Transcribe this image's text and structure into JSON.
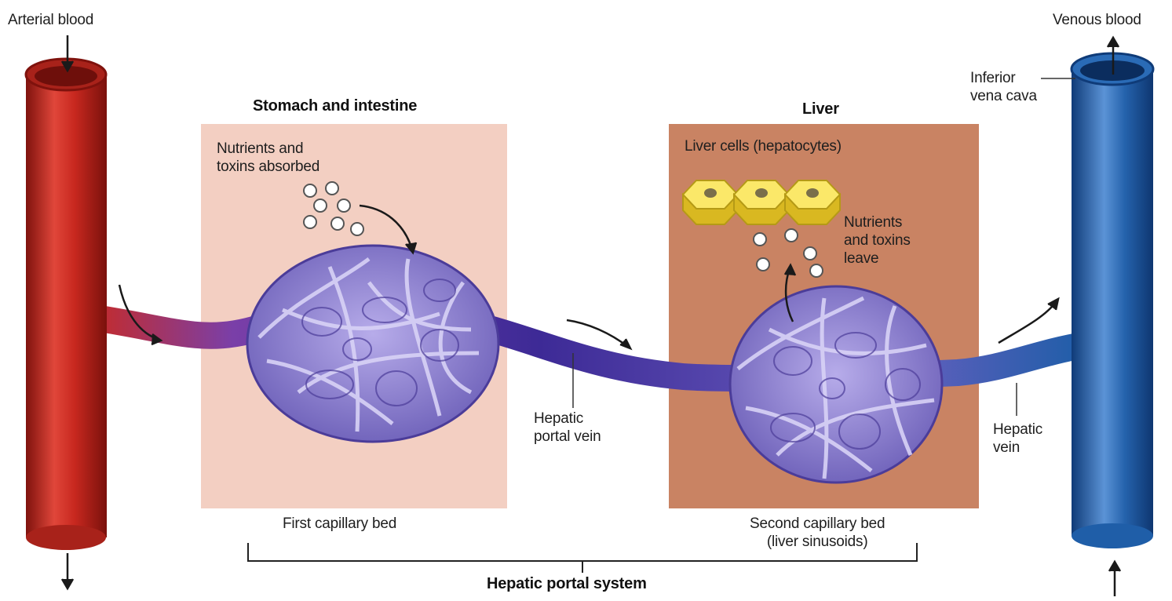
{
  "labels": {
    "arterial_blood": "Arterial blood",
    "venous_blood": "Venous blood",
    "inferior_vena_cava": "Inferior\nvena cava",
    "stomach_title": "Stomach and intestine",
    "liver_title": "Liver",
    "nutrients_absorbed": "Nutrients and\ntoxins absorbed",
    "liver_cells": "Liver cells (hepatocytes)",
    "nutrients_leave": "Nutrients\nand toxins\nleave",
    "hepatic_portal_vein": "Hepatic\nportal vein",
    "hepatic_vein": "Hepatic\nvein",
    "first_capillary_bed": "First capillary bed",
    "second_capillary_bed": "Second capillary bed\n(liver sinusoids)",
    "hepatic_portal_system": "Hepatic portal system"
  },
  "colors": {
    "artery": "#c8281f",
    "artery_dark": "#8e1510",
    "vein": "#1f5ea8",
    "vein_dark": "#123f7a",
    "portal_vein": "#4a2a9a",
    "capillary": "#8d82cc",
    "capillary_dark": "#5a4ca6",
    "stomach_panel": "#f3cfc2",
    "liver_panel": "#c98363",
    "hepatocyte": "#f4d83a"
  }
}
